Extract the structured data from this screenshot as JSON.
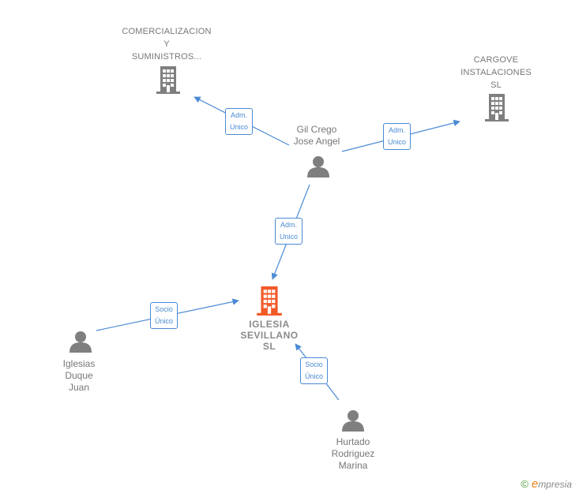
{
  "colors": {
    "edge": "#4a8ad4",
    "company_icon": "#7f7f7f",
    "center_icon": "#f25a28",
    "person_icon": "#7f7f7f"
  },
  "nodes": {
    "comercializacion": {
      "lines": [
        "COMERCIALIZACION",
        "Y",
        "SUMINISTROS..."
      ]
    },
    "cargove": {
      "lines": [
        "CARGOVE",
        "INSTALACIONES",
        "SL"
      ]
    },
    "gil": {
      "lines": [
        "Gil Crego",
        "Jose Angel"
      ]
    },
    "iglesia": {
      "lines": [
        "IGLESIA",
        "SEVILLANO",
        "SL"
      ]
    },
    "iglesias": {
      "lines": [
        "Iglesias",
        "Duque",
        "Juan"
      ]
    },
    "hurtado": {
      "lines": [
        "Hurtado",
        "Rodriguez",
        "Marina"
      ]
    }
  },
  "edges": {
    "gil_comercializacion": [
      "Adm.",
      "Unico"
    ],
    "gil_cargove": [
      "Adm.",
      "Unico"
    ],
    "gil_iglesia": [
      "Adm.",
      "Unico"
    ],
    "iglesias_iglesia": [
      "Socio",
      "Único"
    ],
    "hurtado_iglesia": [
      "Socio",
      "Único"
    ]
  },
  "footer": {
    "copyright": "©",
    "brand_e": "e",
    "brand_rest": "mpresia"
  }
}
